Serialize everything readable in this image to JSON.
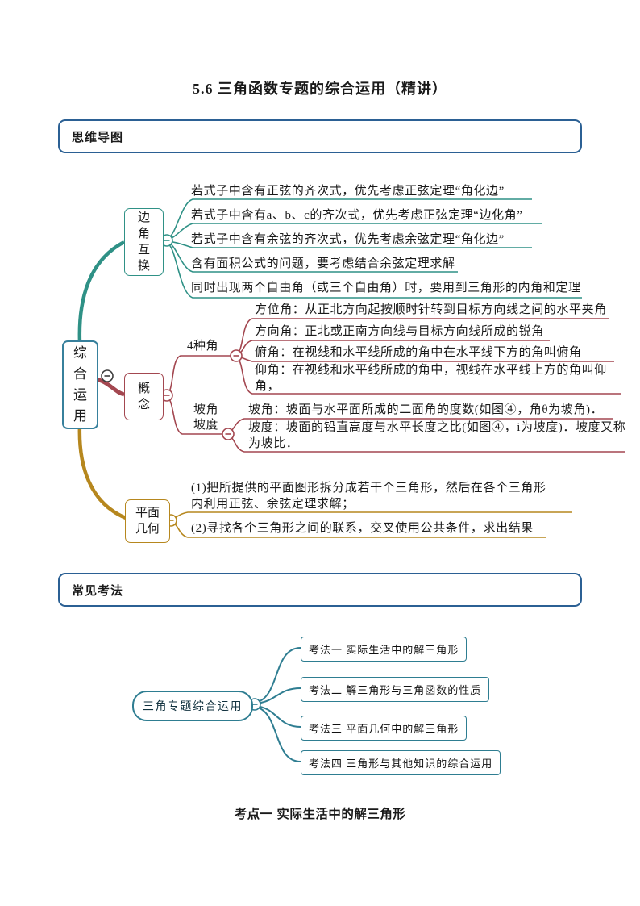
{
  "page": {
    "title": "5.6 三角函数专题的综合运用（精讲）",
    "exam_heading": "考点一 实际生活中的解三角形"
  },
  "sections": {
    "mindmap_header": "思维导图",
    "methods_header": "常见考法"
  },
  "colors": {
    "section_border_blue": "#2b6094",
    "root_border": "#37809c",
    "branch_teal": "#2f9186",
    "branch_maroon": "#a34750",
    "branch_gold": "#b6871e",
    "map2_accent": "#2e7d91"
  },
  "mindmap1": {
    "root": "综合运用",
    "branches": [
      {
        "label": "边角互换",
        "color": "#2f9186",
        "leaves": [
          "若式子中含有正弦的齐次式，优先考虑正弦定理“角化边”",
          "若式子中含有a、b、c的齐次式，优先考虑正弦定理“边化角”",
          "若式子中含有余弦的齐次式，优先考虑余弦定理“角化边”",
          "含有面积公式的问题，要考虑结合余弦定理求解",
          "同时出现两个自由角（或三个自由角）时，要用到三角形的内角和定理"
        ]
      },
      {
        "label": "概念",
        "color": "#a34750",
        "subbranches": [
          {
            "label": "4种角",
            "leaves": [
              "方位角：从正北方向起按顺时针转到目标方向线之间的水平夹角",
              "方向角：正北或正南方向线与目标方向线所成的锐角",
              "俯角：在视线和水平线所成的角中在水平线下方的角叫俯角",
              "仰角：在视线和水平线所成的角中，视线在水平线上方的角叫仰角，"
            ]
          },
          {
            "label": "坡角坡度",
            "leaves": [
              "坡角：坡面与水平面所成的二面角的度数(如图④，角θ为坡角)．",
              "坡度：坡面的铅直高度与水平长度之比(如图④，i为坡度)．坡度又称为坡比．"
            ]
          }
        ]
      },
      {
        "label": "平面几何",
        "color": "#b6871e",
        "leaves": [
          "(1)把所提供的平面图形拆分成若干个三角形，然后在各个三角形内利用正弦、余弦定理求解；",
          "(2)寻找各个三角形之间的联系，交叉使用公共条件，求出结果"
        ]
      }
    ]
  },
  "mindmap2": {
    "root": "三角专题综合运用",
    "items": [
      "考法一 实际生活中的解三角形",
      "考法二 解三角形与三角函数的性质",
      "考法三 平面几何中的解三角形",
      "考法四 三角形与其他知识的综合运用"
    ]
  }
}
